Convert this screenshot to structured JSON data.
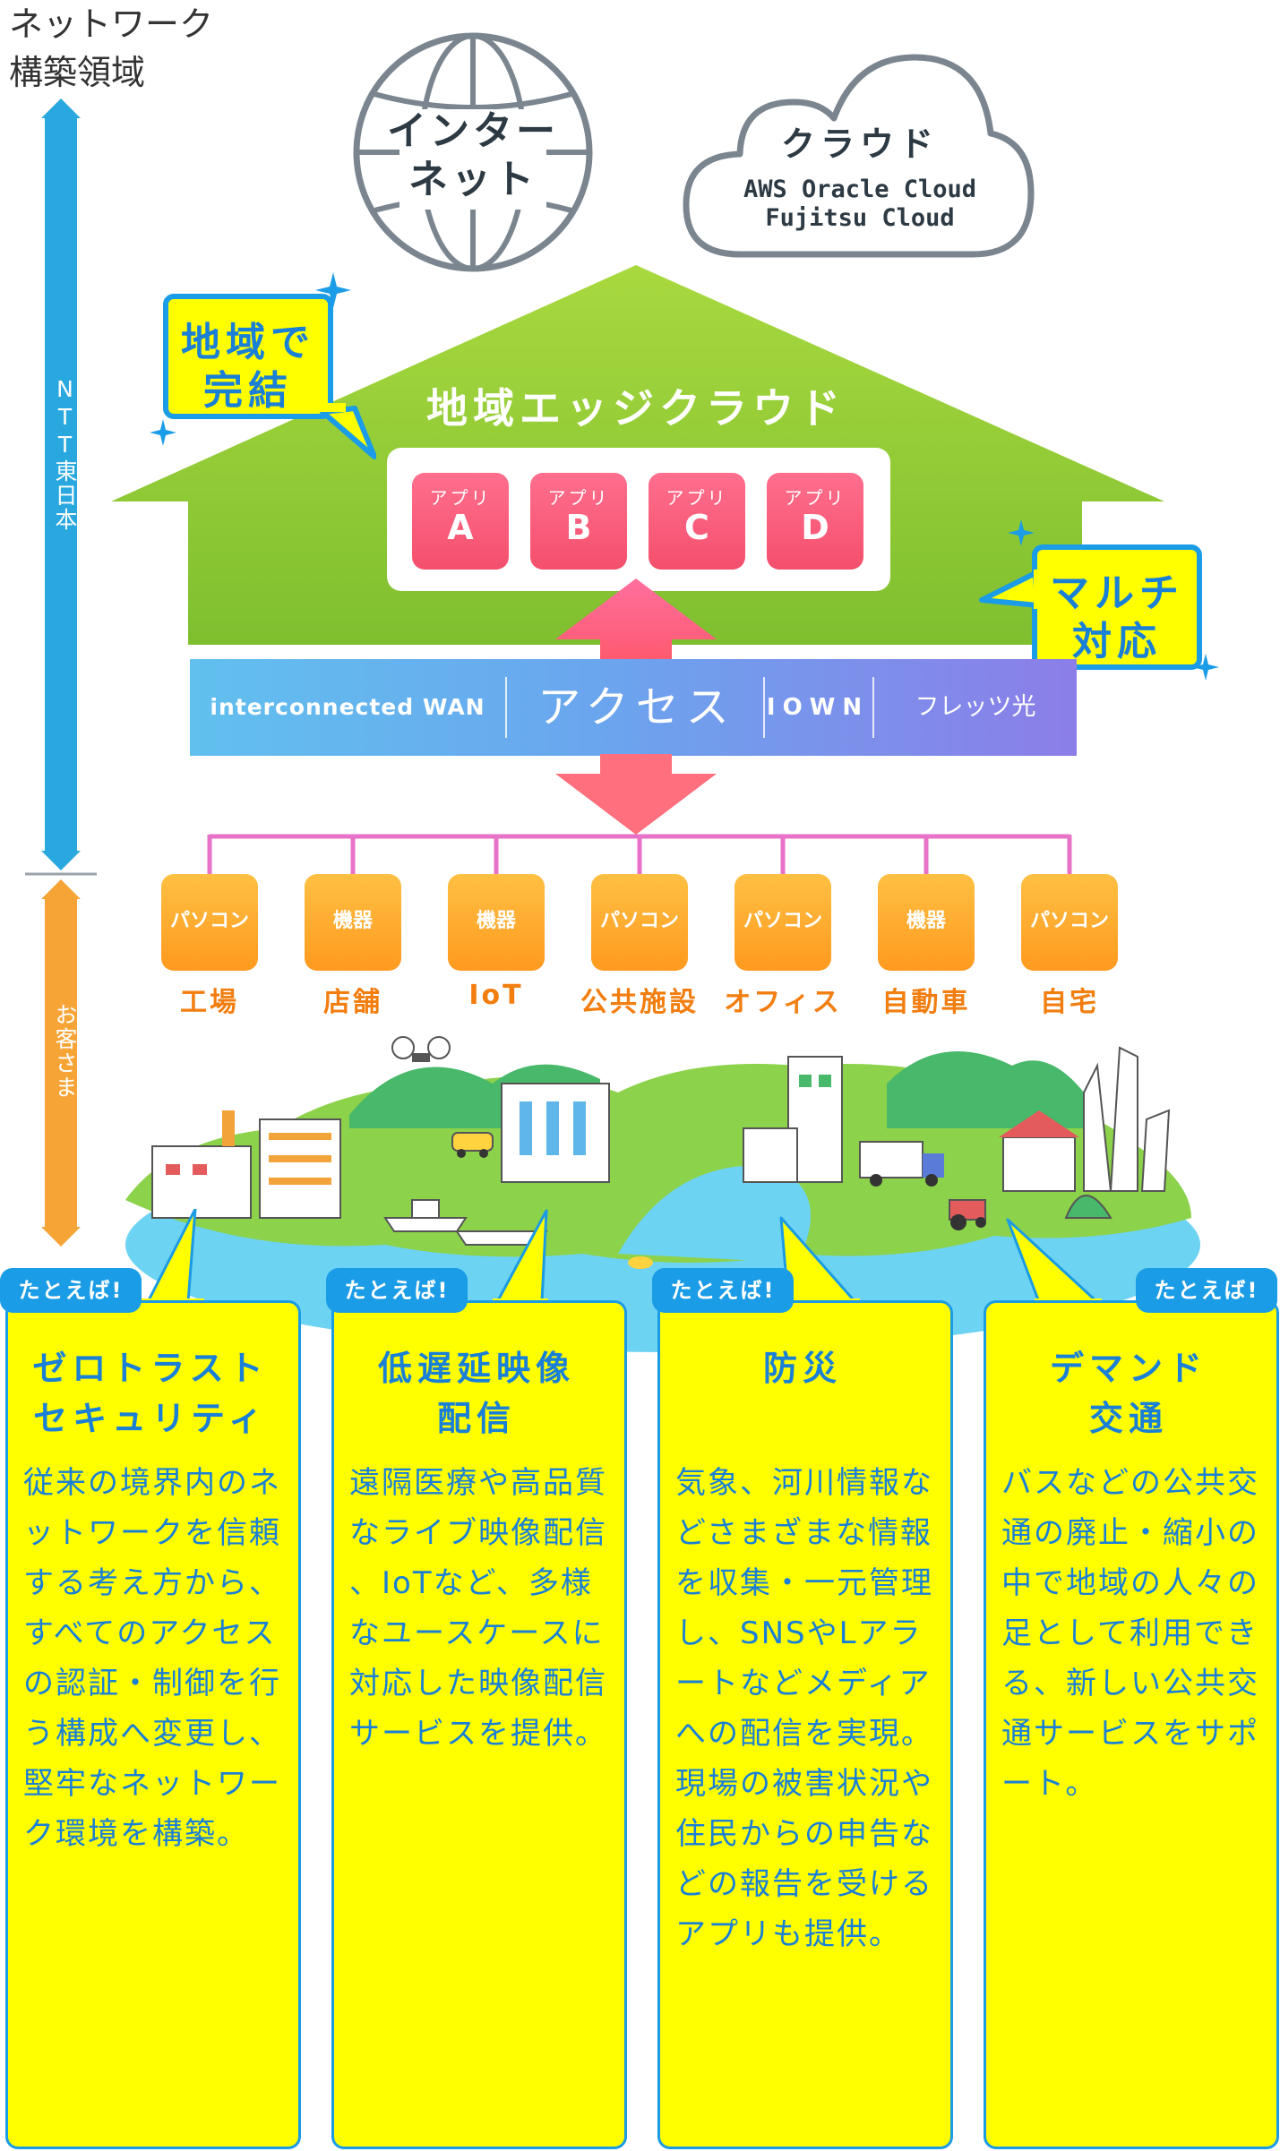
{
  "left_axis": {
    "title_line1": "ネットワーク",
    "title_line2": "構築領域",
    "ntt": "NTT東日本",
    "customer": "お客さま"
  },
  "internet": {
    "line1": "インター",
    "line2": "ネット"
  },
  "cloud": {
    "title": "クラウド",
    "line1": "AWS Oracle Cloud",
    "line2": "Fujitsu Cloud"
  },
  "edge": {
    "title": "地域エッジクラウド",
    "apps": [
      {
        "small": "アプリ",
        "letter": "A"
      },
      {
        "small": "アプリ",
        "letter": "B"
      },
      {
        "small": "アプリ",
        "letter": "C"
      },
      {
        "small": "アプリ",
        "letter": "D"
      }
    ]
  },
  "callouts": {
    "local": {
      "line1": "地域で",
      "line2": "完結"
    },
    "multi": {
      "line1": "マルチ",
      "line2": "対応"
    }
  },
  "access": {
    "left": "interconnected WAN",
    "center": "アクセス",
    "iown": "IOWN",
    "right": "フレッツ光"
  },
  "devices": [
    {
      "box": "パソコン",
      "place": "工場"
    },
    {
      "box": "機器",
      "place": "店舗"
    },
    {
      "box": "機器",
      "place": "IoT"
    },
    {
      "box": "パソコン",
      "place": "公共施設"
    },
    {
      "box": "パソコン",
      "place": "オフィス"
    },
    {
      "box": "機器",
      "place": "自動車"
    },
    {
      "box": "パソコン",
      "place": "自宅"
    }
  ],
  "cards": [
    {
      "badge": "たとえば!",
      "title1": "ゼロトラスト",
      "title2": "セキュリティ",
      "body": [
        "従来の境界内のネ",
        "ットワークを信頼",
        "する考え方から、",
        "すべてのアクセス",
        "の認証・制御を行",
        "う構成へ変更し、",
        "堅牢なネットワー",
        "ク環境を構築。"
      ]
    },
    {
      "badge": "たとえば!",
      "title1": "低遅延映像",
      "title2": "配信",
      "body": [
        "遠隔医療や高品質",
        "なライブ映像配信",
        "、IoTなど、多様",
        "なユースケースに",
        "対応した映像配信",
        "サービスを提供。"
      ]
    },
    {
      "badge": "たとえば!",
      "title1": "防災",
      "title2": "",
      "body": [
        "気象、河川情報な",
        "どさまざまな情報",
        "を収集・一元管理",
        "し、SNSやLアラ",
        "ートなどメディア",
        "への配信を実現。",
        "現場の被害状況や",
        "住民からの申告な",
        "どの報告を受ける",
        "アプリも提供。"
      ]
    },
    {
      "badge": "たとえば!",
      "title1": "デマンド",
      "title2": "交通",
      "body": [
        "バスなどの公共交",
        "通の廃止・縮小の",
        "中で地域の人々の",
        "足として利用でき",
        "る、新しい公共交",
        "通サービスをサポ",
        "ート。"
      ]
    }
  ],
  "colors": {
    "accent_blue": "#1a9ce6",
    "callout_yellow": "#ffff00",
    "house_green": "#8cc63f",
    "app_pink": "#f44f6c",
    "device_orange": "#ff9a1f",
    "ntt_blue": "#29a8e0",
    "customer_orange": "#f7a437"
  }
}
